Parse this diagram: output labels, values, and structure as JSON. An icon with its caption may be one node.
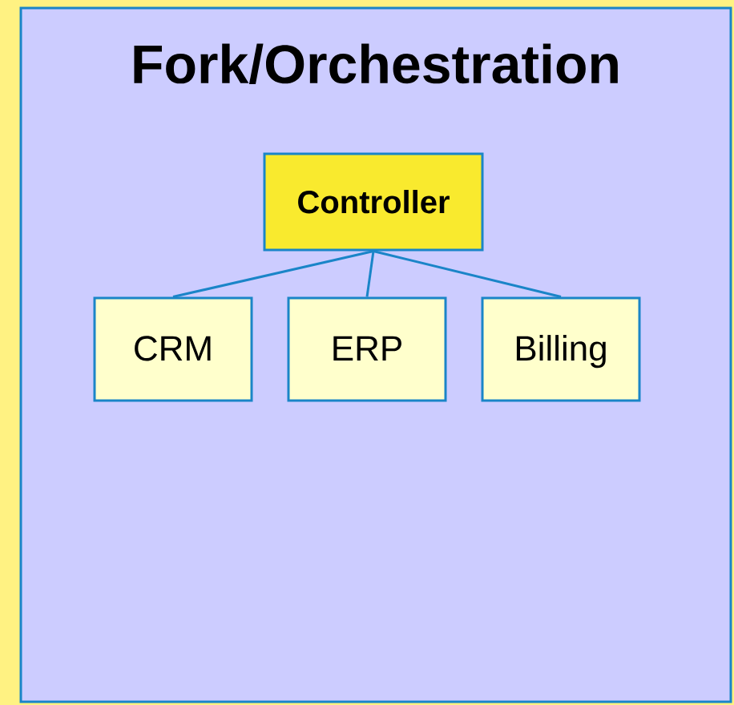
{
  "diagram": {
    "nodes": [
      {
        "text": [
          "Fork/Orchestration"
        ]
      },
      {
        "text": [
          "Controller"
        ],
        "in": 0
      },
      {
        "text": [
          "CRM"
        ],
        "in": 0
      },
      {
        "text": [
          "ERP"
        ],
        "in": 0
      },
      {
        "text": [
          "Billing"
        ],
        "in": 0
      }
    ],
    "edges": [
      {
        "from": 1,
        "to": 2,
        "arrow": "none"
      },
      {
        "from": 1,
        "to": 3,
        "arrow": "none"
      },
      {
        "from": 1,
        "to": 4,
        "arrow": "none"
      }
    ]
  }
}
